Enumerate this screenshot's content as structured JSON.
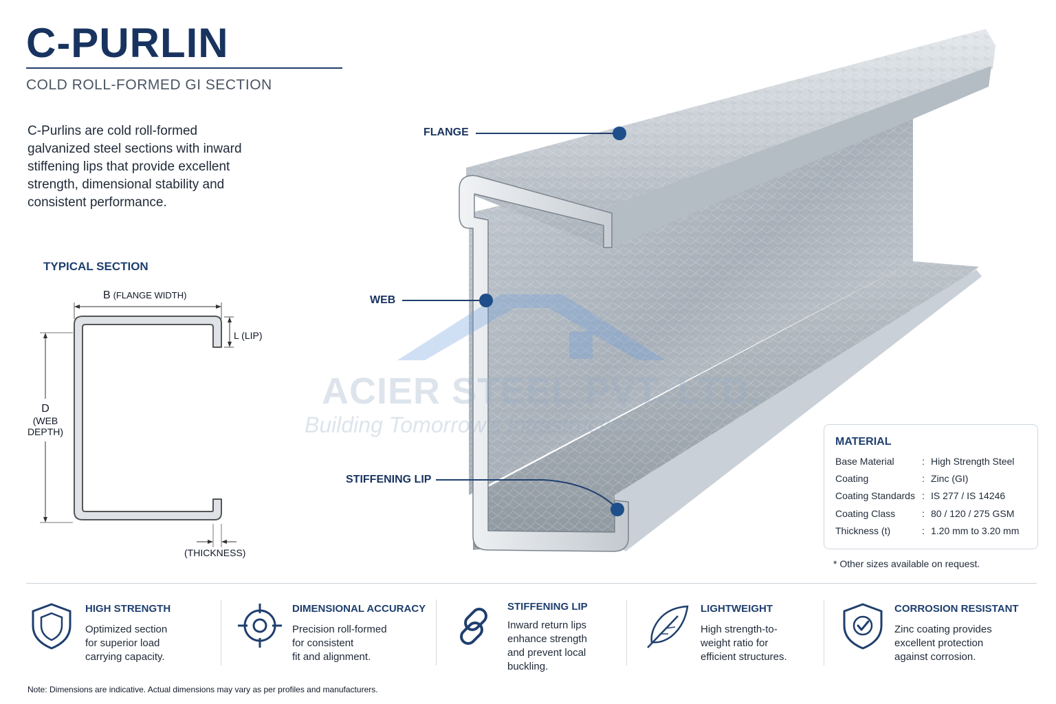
{
  "header": {
    "title": "C-PURLIN",
    "subtitle": "COLD ROLL-FORMED GI SECTION"
  },
  "intro": "C-Purlins are cold roll-formed galvanized steel sections with inward stiffening lips that provide excellent strength, dimensional stability and consistent performance.",
  "typical_section": {
    "heading": "TYPICAL SECTION",
    "b_main": "B",
    "b_sub": "(FLANGE WIDTH)",
    "l_label": "L (LIP)",
    "d_main": "D",
    "d_sub1": "(WEB",
    "d_sub2": "DEPTH)",
    "thickness": "(THICKNESS)"
  },
  "callouts": {
    "flange": "FLANGE",
    "web": "WEB",
    "stiffening_lip": "STIFFENING LIP"
  },
  "watermark": {
    "name": "ACIER STEEL PVT. LTD.",
    "tagline": "Building Tomorrow's Infrastructure"
  },
  "material": {
    "title": "MATERIAL",
    "rows": [
      {
        "key": "Base Material",
        "sep": ":",
        "value": "High Strength Steel"
      },
      {
        "key": "Coating",
        "sep": ":",
        "value": "Zinc (GI)"
      },
      {
        "key": "Coating Standards",
        "sep": ":",
        "value": "IS 277 / IS 14246"
      },
      {
        "key": "Coating Class",
        "sep": ":",
        "value": "80 / 120 / 275 GSM"
      },
      {
        "key": "Thickness (t)",
        "sep": ":",
        "value": "1.20 mm to 3.20 mm"
      }
    ],
    "footnote": "* Other sizes available on request."
  },
  "features": [
    {
      "icon": "shield-icon",
      "title": "HIGH STRENGTH",
      "lines": [
        "Optimized section",
        "for superior load",
        "carrying capacity."
      ]
    },
    {
      "icon": "crosshair-icon",
      "title": "DIMENSIONAL ACCURACY",
      "lines": [
        "Precision roll-formed",
        "for consistent",
        "fit and alignment."
      ]
    },
    {
      "icon": "chain-link-icon",
      "title": "STIFFENING LIP",
      "lines": [
        "Inward return lips",
        "enhance strength",
        "and prevent local",
        "buckling."
      ]
    },
    {
      "icon": "feather-icon",
      "title": "LIGHTWEIGHT",
      "lines": [
        "High strength-to-",
        "weight ratio for",
        "efficient structures."
      ]
    },
    {
      "icon": "shield-check-icon",
      "title": "CORROSION RESISTANT",
      "lines": [
        "Zinc coating provides",
        "excellent protection",
        "against corrosion."
      ]
    }
  ],
  "colors": {
    "navy": "#18335f",
    "accent": "#1f3f6e",
    "steel": "#b9c1c9"
  },
  "note": "Note: Dimensions are indicative. Actual dimensions may vary as per profiles and manufacturers."
}
